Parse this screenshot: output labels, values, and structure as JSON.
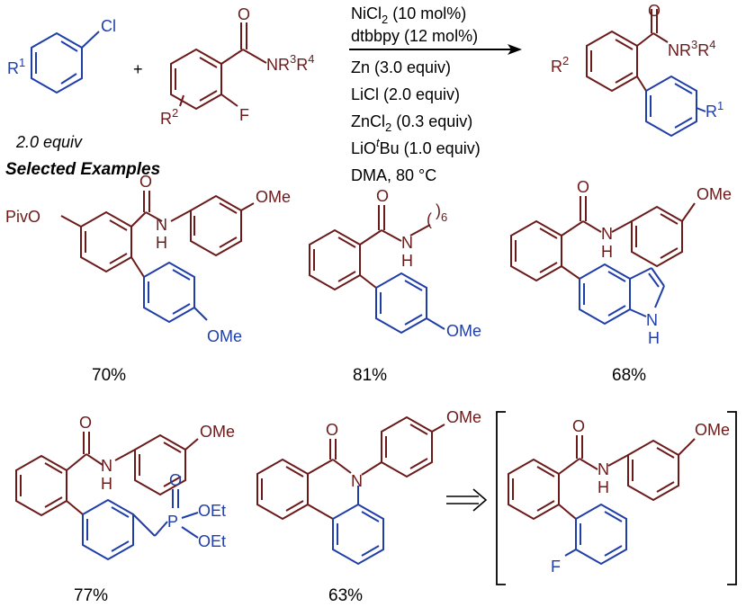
{
  "colors": {
    "brown": "#6b1a1a",
    "blue": "#1f3ea8",
    "black": "#000000"
  },
  "reactants": {
    "aryl_chloride": {
      "substituent": "R",
      "sup": "1",
      "leaving_group": "Cl",
      "equiv_label": "2.0 equiv"
    },
    "plus": "+",
    "amide": {
      "amide_group": "NR",
      "sup3": "3",
      "r4": "R",
      "sup4": "4",
      "oxygen": "O",
      "substituent": "R",
      "sup2": "2",
      "fluorine": "F"
    }
  },
  "conditions": {
    "lines": [
      {
        "main": "NiCl",
        "sub": "2",
        "rest": " (10 mol%)"
      },
      {
        "main": "dtbbpy (12 mol%)",
        "sub": "",
        "rest": ""
      },
      {
        "main": "Zn (3.0 equiv)",
        "sub": "",
        "rest": ""
      },
      {
        "main": "LiCl (2.0 equiv)",
        "sub": "",
        "rest": ""
      },
      {
        "main": "ZnCl",
        "sub": "2",
        "rest": " (0.3 equiv)"
      },
      {
        "main": "LiO",
        "sup": "t",
        "rest": "Bu (1.0 equiv)"
      },
      {
        "main": "DMA, 80 °C",
        "sub": "",
        "rest": ""
      }
    ]
  },
  "product": {
    "amide_group": "NR",
    "sup3": "3",
    "r4": "R",
    "sup4": "4",
    "oxygen": "O",
    "r2": "R",
    "sup2": "2",
    "r1": "R",
    "sup1": "1"
  },
  "section_title": "Selected Examples",
  "examples": [
    {
      "yield": "70%",
      "labels": {
        "o": "O",
        "nh_n": "N",
        "nh_h": "H",
        "ome_top": "OMe",
        "ome_bottom": "OMe",
        "opiv": "PivO"
      }
    },
    {
      "yield": "81%",
      "labels": {
        "o": "O",
        "nh_n": "N",
        "nh_h": "H",
        "chain": ")",
        "chain_open": "(",
        "chain_sub": "6",
        "ome": "OMe"
      }
    },
    {
      "yield": "68%",
      "labels": {
        "o": "O",
        "nh_n": "N",
        "nh_h": "H",
        "ome": "OMe",
        "indole_n": "N",
        "indole_h": "H"
      }
    },
    {
      "yield": "77%",
      "labels": {
        "o": "O",
        "nh_n": "N",
        "nh_h": "H",
        "ome": "OMe",
        "p": "P",
        "po": "O",
        "oet1": "OEt",
        "oet2": "OEt"
      }
    },
    {
      "yield": "63%",
      "labels": {
        "o": "O",
        "n": "N",
        "ome": "OMe"
      }
    },
    {
      "yield": "",
      "labels": {
        "o": "O",
        "nh_n": "N",
        "nh_h": "H",
        "ome": "OMe",
        "f": "F"
      }
    }
  ]
}
